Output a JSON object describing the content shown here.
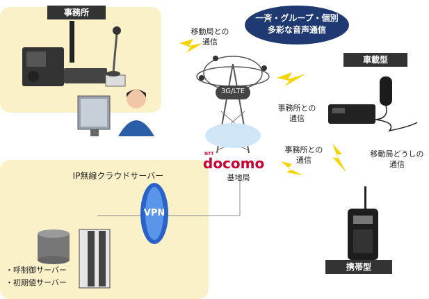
{
  "office": {
    "label": "事務所"
  },
  "bubble": {
    "line1": "一斉・グループ・個別",
    "line2": "多彩な音声通信"
  },
  "tower": {
    "badge": "3G/LTE",
    "brand_small": "NTT",
    "brand": "docomo",
    "caption": "基地局"
  },
  "links": {
    "office_mobile": {
      "line1": "移動局との",
      "line2": "通信"
    },
    "office_vehicle": {
      "line1": "事務所との",
      "line2": "通信"
    },
    "office_handheld": {
      "line1": "事務所との",
      "line2": "通信"
    },
    "mobile_mobile": {
      "line1": "移動局どうしの",
      "line2": "通信"
    }
  },
  "vehicle": {
    "label": "車載型"
  },
  "handheld": {
    "label": "携帯型"
  },
  "cloud": {
    "title": "IP無線クラウドサーバー",
    "vpn": "VPN",
    "servers": [
      "・呼制御サーバー",
      "・初期値サーバー"
    ]
  },
  "colors": {
    "panel": "#fbf1c9",
    "bubble": "#1f3a73",
    "label": "#333333",
    "docomo": "#cc0033",
    "lightning": "#f5d400"
  }
}
